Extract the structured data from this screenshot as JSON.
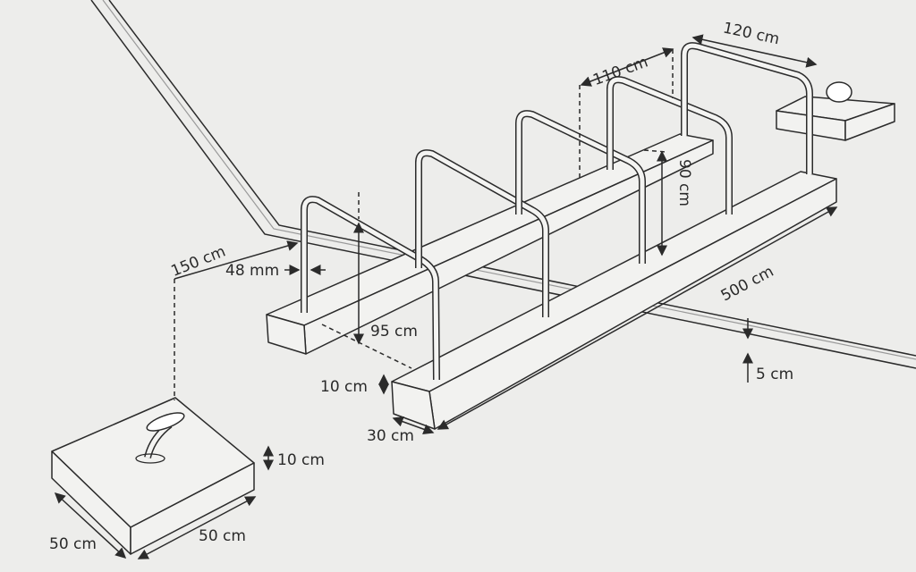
{
  "diagram": {
    "labels": {
      "rail_spacing_far": "120 cm",
      "rail_spacing_mid": "110 cm",
      "rail_height_back": "90 cm",
      "offset": "150 cm",
      "tube_diameter": "48 mm",
      "base_length": "500 cm",
      "rail_height_front": "95 cm",
      "curb_height": "5 cm",
      "base_height": "10 cm",
      "base_width": "30 cm",
      "block_height": "10 cm",
      "block_depth": "50 cm",
      "block_width": "50 cm"
    }
  }
}
